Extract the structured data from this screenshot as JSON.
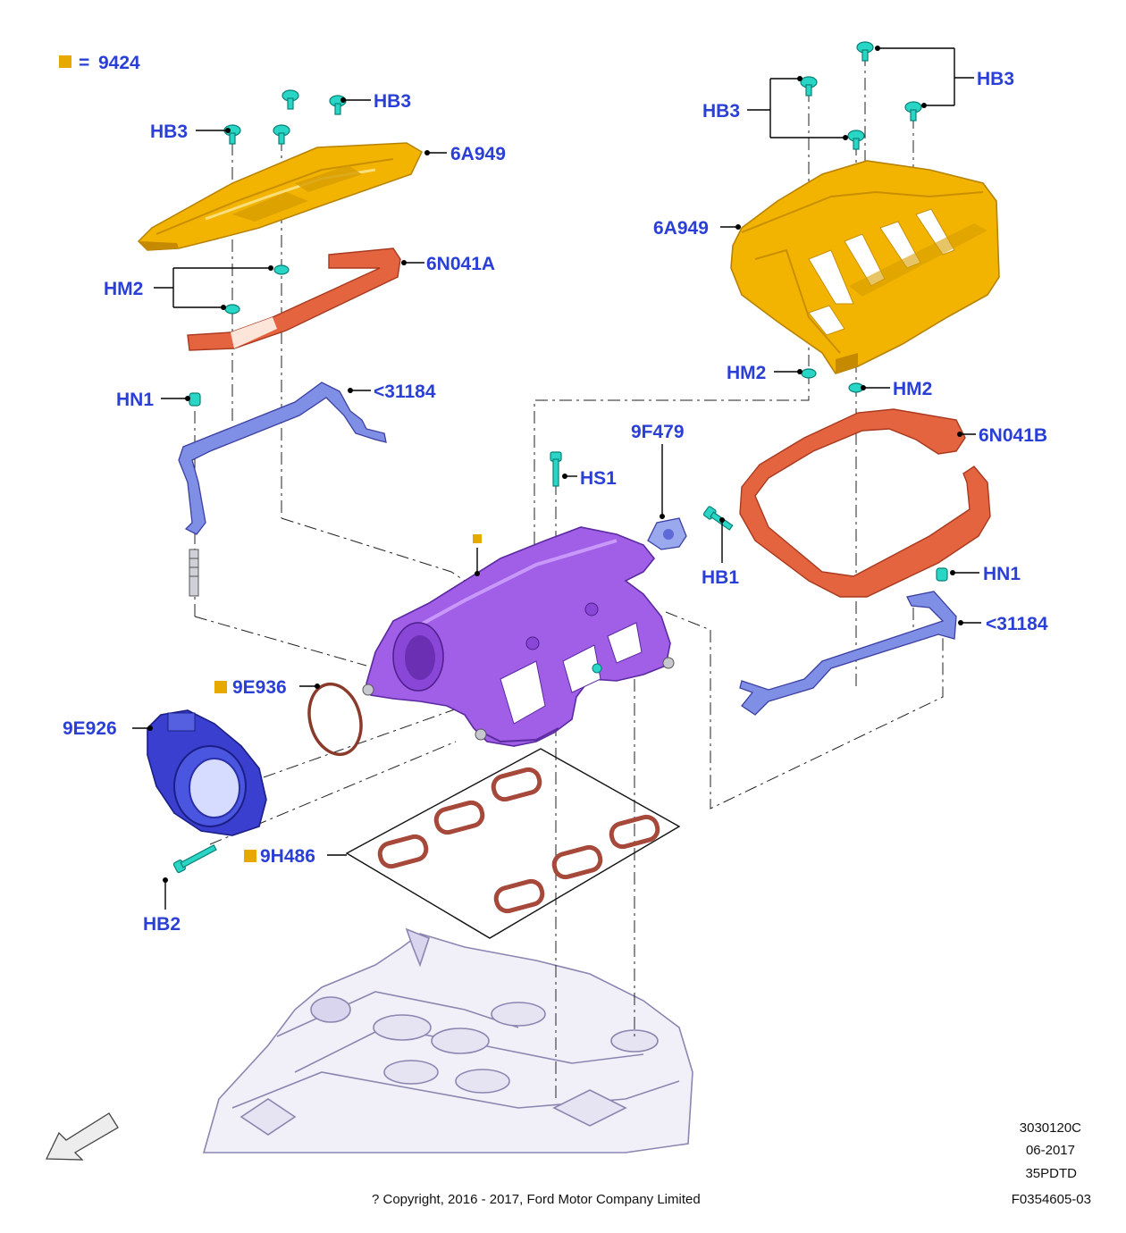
{
  "legend": {
    "marker_color": "#e7a800",
    "equals": "=",
    "code": "9424"
  },
  "colors": {
    "label_blue": "#2a3fd6",
    "engine_cover": "#f2b400",
    "gasket_seal": "#e3643f",
    "intake_manifold": "#a15ee6",
    "throttle_body": "#3a3fd0",
    "bracket": "#7f8fe6",
    "fastener": "#29d6c6",
    "port_gasket": "#a6483a"
  },
  "icons": [
    "view-direction-arrow-icon",
    "legend-marker-icon",
    "fastener-icon"
  ],
  "labels": {
    "hb3_left_a": "HB3",
    "hb3_left_b": "HB3",
    "cover_left": "6A949",
    "seal_left": "6N041A",
    "hm2_left": "HM2",
    "hn1_left": "HN1",
    "bracket_left": "<31184",
    "hs1": "HS1",
    "sensor": "9F479",
    "hb1": "HB1",
    "hb3_right_a": "HB3",
    "hb3_right_b": "HB3",
    "cover_right": "6A949",
    "hm2_right_a": "HM2",
    "hm2_right_b": "HM2",
    "seal_right": "6N041B",
    "hn1_right": "HN1",
    "bracket_right": "<31184",
    "oring": "9E936",
    "throttle_body": "9E926",
    "port_gaskets": "9H486",
    "hb2": "HB2"
  },
  "footer": {
    "code1": "3030120C",
    "date": "06-2017",
    "code2": "35PDTD",
    "code3": "F0354605-03",
    "copyright": "? Copyright, 2016 - 2017, Ford Motor Company Limited"
  }
}
